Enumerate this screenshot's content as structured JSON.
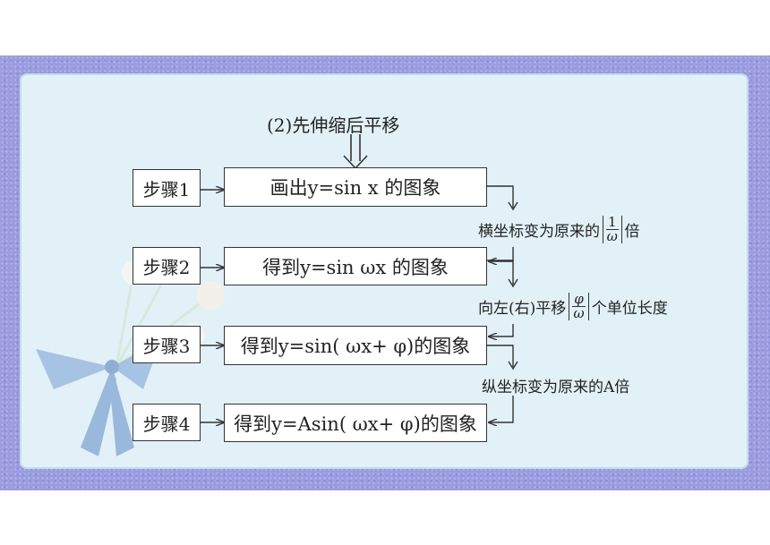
{
  "title": "(2)先伸缩后平移",
  "steps": [
    {
      "step_label": "步骤1",
      "text": "画出y=sin x 的图象"
    },
    {
      "step_label": "步骤2",
      "text": "得到y=sin ωx 的图象"
    },
    {
      "step_label": "步骤3",
      "text": "得到y=sin( ωx+ φ)的图象"
    },
    {
      "step_label": "步骤4",
      "text": "得到y=Asin( ωx+ φ)的图象"
    }
  ],
  "transitions": [
    {
      "prefix": "横坐标变为原来的",
      "frac_num": "1",
      "frac_den": "ω",
      "suffix": "倍"
    },
    {
      "prefix": "向左(右)平移",
      "frac_num": "φ",
      "frac_den": "ω",
      "suffix": "个单位长度"
    },
    {
      "prefix": "纵坐标变为原来的A倍",
      "frac_num": "",
      "frac_den": "",
      "suffix": ""
    }
  ],
  "colors": {
    "frame": "#9b9be0",
    "panel": "#e2f1f7",
    "box_border": "#333333",
    "bow": "#7fa6d8"
  },
  "icons": [
    "double-down-arrow",
    "flower-bouquet-watermark"
  ]
}
